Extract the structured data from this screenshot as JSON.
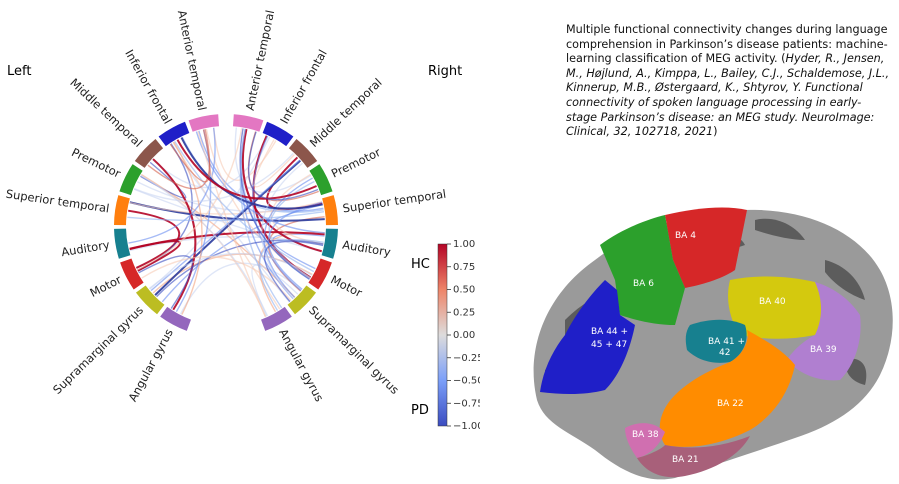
{
  "chord": {
    "side_left": "Left",
    "side_right": "Right",
    "regions_left": [
      "Anterior temporal",
      "Inferior frontal",
      "Middle temporal",
      "Premotor",
      "Superior temporal",
      "Auditory",
      "Motor",
      "Supramarginal gyrus",
      "Angular gyrus"
    ],
    "regions_right": [
      "Anterior temporal",
      "Inferior frontal",
      "Middle temporal",
      "Premotor",
      "Superior temporal",
      "Auditory",
      "Motor",
      "Supramarginal gyrus",
      "Angular gyrus"
    ],
    "region_colors": [
      "#e377c2",
      "#1f1fc8",
      "#8c564b",
      "#2ca02c",
      "#ff7f0e",
      "#17808f",
      "#d62728",
      "#bcbd22",
      "#9467bd"
    ],
    "colorbar": {
      "label_top": "HC",
      "label_bottom": "PD",
      "ticks": [
        "1.00",
        "0.75",
        "0.50",
        "0.25",
        "0.00",
        "−0.25",
        "−0.50",
        "−0.75",
        "−1.00"
      ]
    }
  },
  "caption": {
    "main": "Multiple functional connectivity changes during language comprehension in Parkinson’s disease patients: machine-learning classification of MEG activity.",
    "open": " (",
    "citation": "Hyder, R., Jensen, M., Højlund, A., Kimppa, L., Bailey, C.J., Schaldemose, J.L., Kinnerup, M.B., Østergaard, K., Shtyrov, Y. Functional connectivity of spoken language processing in early-stage Parkinson’s disease: an MEG study. NeuroImage: Clinical, 32, 102718, 2021",
    "close": ")"
  },
  "brain": {
    "labels": [
      "BA 4",
      "BA 6",
      "BA 44 +",
      "45 + 47",
      "BA 40",
      "BA 41 +",
      "42",
      "BA 39",
      "BA 22",
      "BA 38",
      "BA 21"
    ]
  }
}
